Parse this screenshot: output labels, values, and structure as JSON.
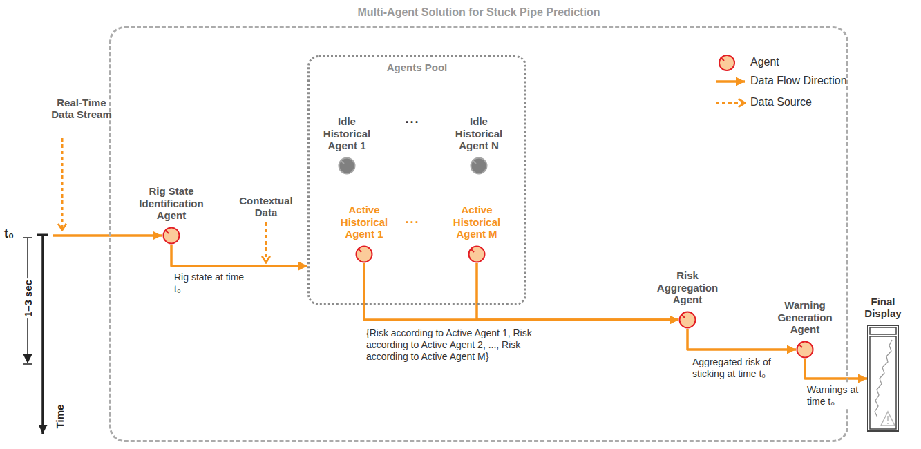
{
  "diagram": {
    "nodes": [
      {
        "text": [
          "Multi-Agent Solution for Stuck Pipe Prediction"
        ]
      },
      {
        "text": [
          "Rig State Identification Agent"
        ],
        "in": 0
      },
      {
        "text": [
          "Agents Pool"
        ],
        "in": 0
      },
      {
        "text": [
          "Idle Historical Agent 1"
        ],
        "in": 2
      },
      {
        "text": [
          "Idle Historical Agent N"
        ],
        "in": 2
      },
      {
        "text": [
          "Active Historical Agent 1"
        ],
        "in": 2
      },
      {
        "text": [
          "Active Historical Agent M"
        ],
        "in": 2
      },
      {
        "text": [
          "Risk Aggregation Agent"
        ],
        "in": 0
      },
      {
        "text": [
          "Warning Generation Agent"
        ],
        "in": 0
      },
      {
        "text": [
          "Final Display"
        ]
      }
    ],
    "edges": [
      {
        "from": 1,
        "to": 2,
        "label": "Rig state at time t₀",
        "arrow": "to"
      },
      {
        "from": 5,
        "to": 7,
        "label": "{Risk according to Active Agent 1, Risk according to Active Agent 2, ..., Risk according to Active Agent M}",
        "arrow": "to"
      },
      {
        "from": 6,
        "to": 7,
        "arrow": "to"
      },
      {
        "from": 7,
        "to": 8,
        "label": "Aggregated risk of sticking at time t₀",
        "arrow": "to"
      },
      {
        "from": 8,
        "to": 9,
        "label": "Warnings at time t₀",
        "arrow": "to"
      }
    ],
    "labels": [
      "Real-Time Data Stream",
      "Contextual Data",
      "...",
      "...",
      "t₀",
      "1–3 sec",
      "Time"
    ],
    "legend": [
      {
        "text": "Agent"
      },
      {
        "text": "Data Flow Direction"
      },
      {
        "text": "Data Source"
      }
    ]
  }
}
